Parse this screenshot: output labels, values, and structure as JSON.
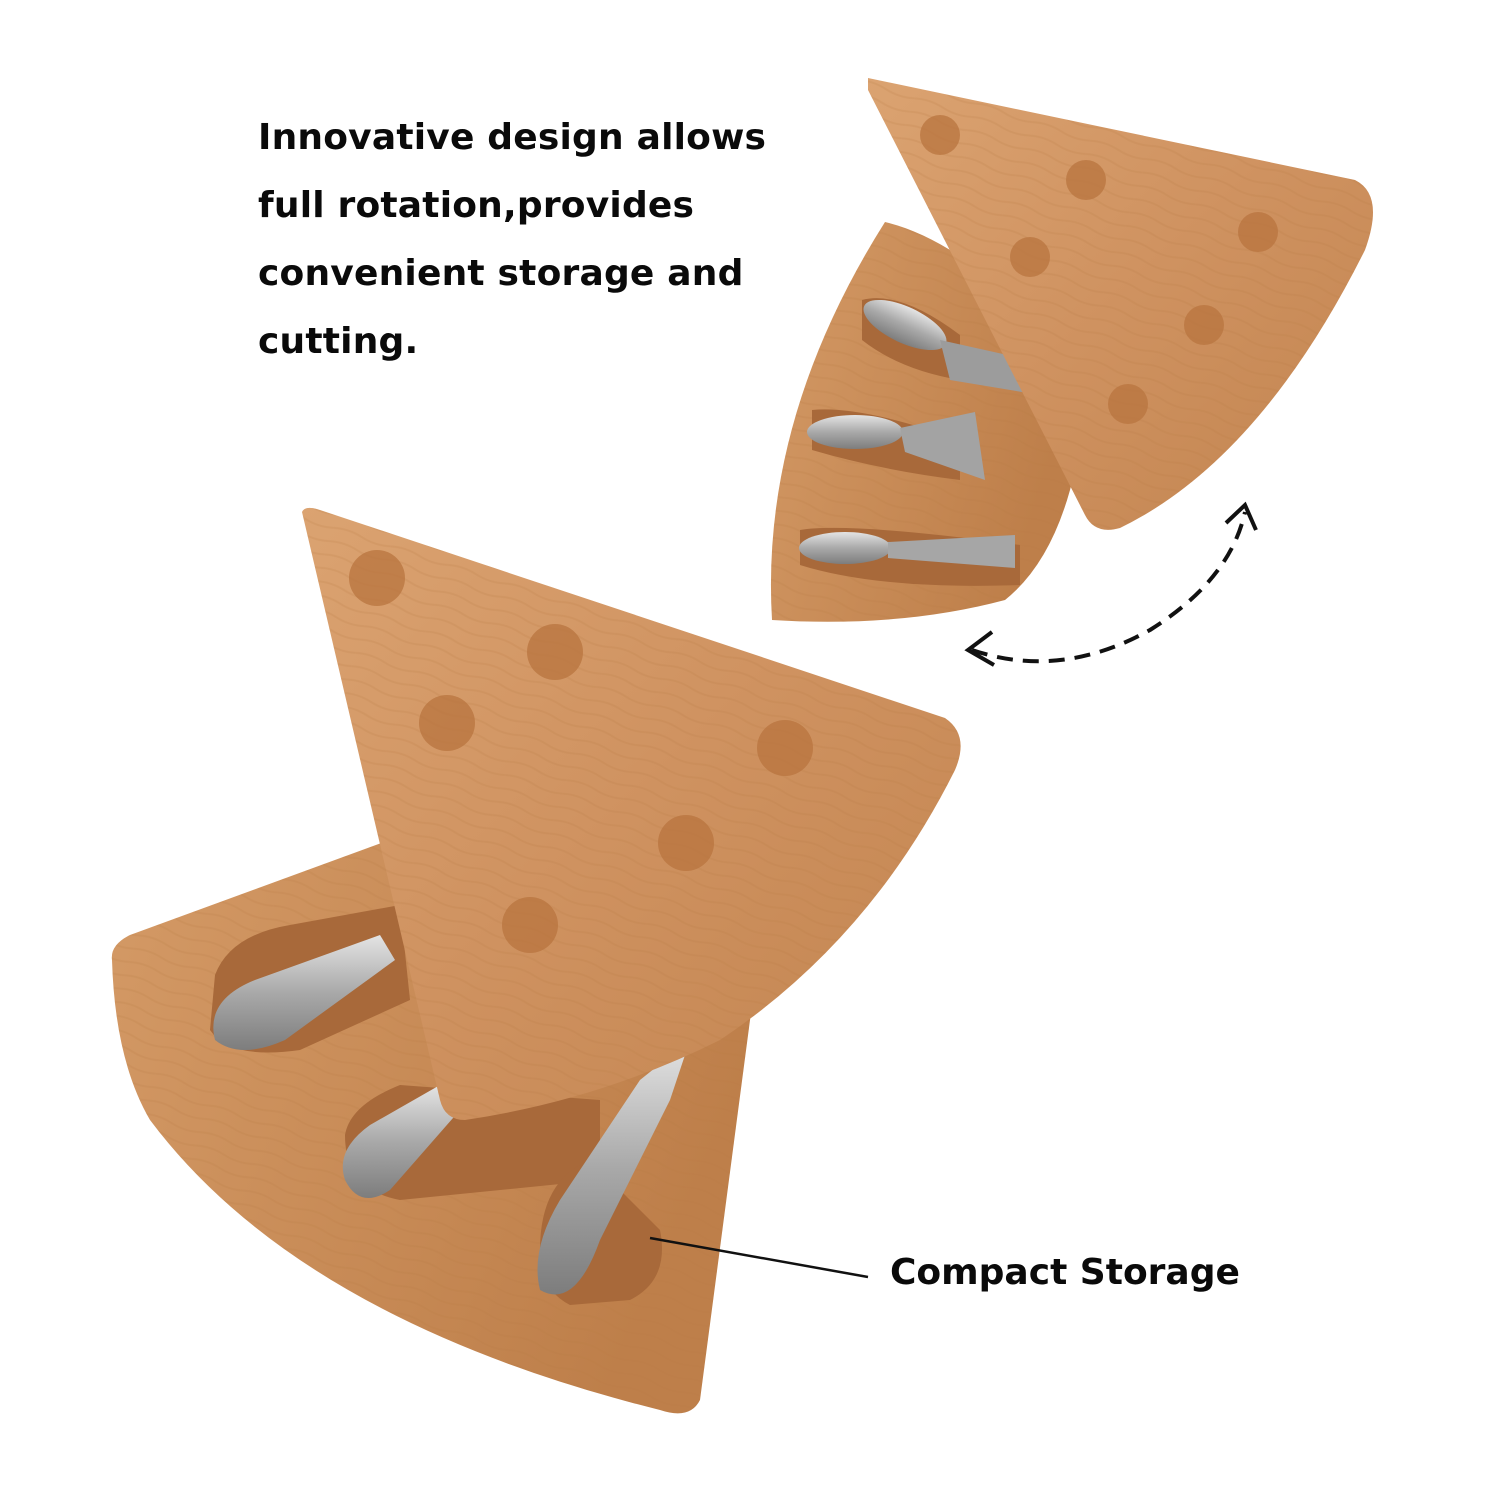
{
  "headline": {
    "lines": [
      "Innovative design allows",
      "full rotation,provides",
      "convenient storage and",
      "cutting."
    ]
  },
  "callout": {
    "label": "Compact Storage"
  },
  "colors": {
    "background": "#ffffff",
    "wood_light": "#d9a06b",
    "wood_mid": "#c98b56",
    "wood_dark": "#a86a38",
    "hole": "#b8743f",
    "steel": "#b5b5b5",
    "text": "#0a0a0a"
  },
  "icons": {
    "rotation_arrow": "dashed-curved-double-arrow-icon"
  }
}
